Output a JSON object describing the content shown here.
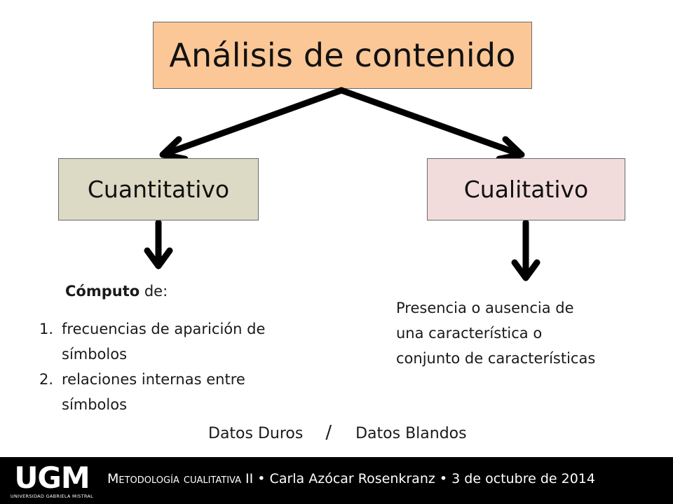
{
  "diagram": {
    "title": "Análisis de contenido",
    "left_node": "Cuantitativo",
    "right_node": "Cualitativo",
    "left_intro_bold": "Cómputo",
    "left_intro_rest": " de:",
    "left_items": [
      {
        "num": "1.",
        "line1": "frecuencias de aparición de",
        "line2": "símbolos"
      },
      {
        "num": "2.",
        "line1": "relaciones internas entre",
        "line2": "símbolos"
      }
    ],
    "right_lines": [
      "Presencia o ausencia de",
      "una característica o",
      "conjunto de características"
    ],
    "bottom_left": "Datos Duros",
    "bottom_sep": "/",
    "bottom_right": "Datos Blandos"
  },
  "footer": {
    "logo": "UGM",
    "logo_sub": "UNIVERSIDAD GABRIELA MISTRAL",
    "course": "Metodología cualitativa II",
    "bullet": "•",
    "author": "Carla Azócar Rosenkranz",
    "date": "3 de octubre de 2014"
  },
  "colors": {
    "title_box": "#fbc796",
    "left_box": "#dcd9c4",
    "right_box": "#f2dcdb",
    "footer_bg": "#000000"
  }
}
